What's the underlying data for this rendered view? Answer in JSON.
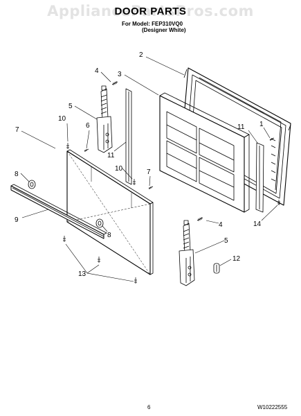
{
  "watermark": "AppliancePartsPros.com",
  "header": {
    "title": "DOOR PARTS",
    "model_line": "For Model: FEP310VQ0",
    "color_line": "(Designer White)"
  },
  "callouts": [
    {
      "id": "c2a",
      "label": "2"
    },
    {
      "id": "c3a",
      "label": "3"
    },
    {
      "id": "c4a",
      "label": "4"
    },
    {
      "id": "c5a",
      "label": "5"
    },
    {
      "id": "c7a",
      "label": "7"
    },
    {
      "id": "c10a",
      "label": "10"
    },
    {
      "id": "c6a",
      "label": "6"
    },
    {
      "id": "c11a",
      "label": "11"
    },
    {
      "id": "c1a",
      "label": "1"
    },
    {
      "id": "c11b",
      "label": "11"
    },
    {
      "id": "c8a",
      "label": "8"
    },
    {
      "id": "c10b",
      "label": "10"
    },
    {
      "id": "c7b",
      "label": "7"
    },
    {
      "id": "c9a",
      "label": "9"
    },
    {
      "id": "c8b",
      "label": "8"
    },
    {
      "id": "c4b",
      "label": "4"
    },
    {
      "id": "c14a",
      "label": "14"
    },
    {
      "id": "c5b",
      "label": "5"
    },
    {
      "id": "c12a",
      "label": "12"
    },
    {
      "id": "c13a",
      "label": "13"
    }
  ],
  "footer": {
    "page": "6",
    "doc_number": "W10222555"
  }
}
